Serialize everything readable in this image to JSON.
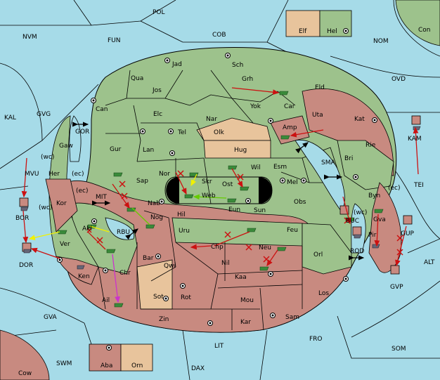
{
  "colors": {
    "sea": "#a6dbe8",
    "elf": "#e8c49c",
    "hel": "#9dc28c",
    "red": "#c88a80",
    "tan": "#e8c49c",
    "green": "#9dc28c",
    "arrow_red": "#cc1111",
    "arrow_yellow": "#f0f000",
    "arrow_magenta": "#cc33cc",
    "arrow_lime": "#66cc00",
    "army_green": "#3a8a3a"
  },
  "map": {
    "seas": [
      "POL",
      "NVM",
      "FUN",
      "COB",
      "NOM",
      "Con",
      "OVD",
      "KAL",
      "GVG",
      "GOR",
      "MVU",
      "BOR",
      "DOR",
      "MIT",
      "RBU",
      "SMA",
      "TEI",
      "KAM",
      "BUC",
      "ROD",
      "GUP",
      "GVP",
      "ALT",
      "GVA",
      "LIT",
      "FRO",
      "SOM",
      "SWM",
      "DAX",
      "Cow"
    ],
    "legend": {
      "elf": "Elf",
      "hel": "Hel"
    },
    "provinces": {
      "jad": "Jad",
      "sch": "Sch",
      "qua": "Qua",
      "jos": "Jos",
      "grh": "Grh",
      "eld": "Eld",
      "can": "Can",
      "yok": "Yok",
      "car": "Car",
      "uta": "Uta",
      "kat": "Kat",
      "elc": "Elc",
      "nar": "Nar",
      "tel": "Tel",
      "olk": "Olk",
      "amp": "Amp",
      "rie": "Rie",
      "gur": "Gur",
      "lan": "Lan",
      "hug": "Hug",
      "bri": "Bri",
      "gaw": "Gaw",
      "her": "Her",
      "ec1": "(ec)",
      "wc1": "(wc)",
      "nor": "Nor",
      "skr": "Skr",
      "wil": "Wil",
      "esm": "Esm",
      "sap": "Sap",
      "web": "Web",
      "ost": "Ost",
      "mel": "Mel",
      "byn": "Byn",
      "ec3": "(ec)",
      "kor": "Kor",
      "ec2": "(ec)",
      "wc2": "(wc)",
      "nab": "Nab",
      "hil": "Hil",
      "eun": "Eun",
      "sun": "Sun",
      "obs": "Obs",
      "akl": "Akl",
      "nog": "Nog",
      "uru": "Uru",
      "feu": "Feu",
      "buc_wc": "(wc)",
      "gva2": "Gva",
      "ver": "Ver",
      "chp": "Chp",
      "neu": "Neu",
      "orl": "Orl",
      "pir": "Pir",
      "ken": "Ken",
      "bar": "Bar",
      "qwi": "Qwi",
      "nil": "Nil",
      "kaa": "Kaa",
      "chr": "Chr",
      "sot": "Sot",
      "rot": "Rot",
      "mou": "Mou",
      "los": "Los",
      "ail": "Ail",
      "zin": "Zin",
      "kar": "Kar",
      "sam": "Sam",
      "aba": "Aba",
      "orn": "Orn"
    }
  }
}
